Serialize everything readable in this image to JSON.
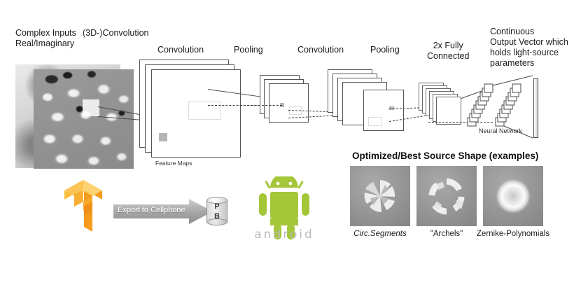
{
  "figure": {
    "title_optimized": "Optimized/Best Source Shape (examples)"
  },
  "pipeline": {
    "stage_labels": [
      {
        "id": "complex-inputs",
        "text": "Complex Inputs\nReal/Imaginary"
      },
      {
        "id": "conv3d",
        "text": "(3D-)Convolution"
      },
      {
        "id": "convolution-1",
        "text": "Convolution"
      },
      {
        "id": "pooling-1",
        "text": "Pooling"
      },
      {
        "id": "convolution-2",
        "text": "Convolution"
      },
      {
        "id": "pooling-2",
        "text": "Pooling"
      },
      {
        "id": "fully-connected",
        "text": "2x Fully\nConnected"
      },
      {
        "id": "output-vector",
        "text": "Continuous\nOutput Vector which\nholds light-source\nparameters"
      }
    ],
    "inline_labels": {
      "feature_maps": "Feature Maps",
      "neural_network": "Neural Network"
    }
  },
  "deployment": {
    "framework_logo": "tensorflow-logo",
    "export_label": "Export to Cellphone",
    "model_file_lines": [
      "P",
      "B"
    ],
    "target_platform_logo": "android-logo",
    "target_platform_wordmark": "android"
  },
  "source_shapes": [
    {
      "name": "circ-segments",
      "caption": "Circ.Segments",
      "style": "italic"
    },
    {
      "name": "archels",
      "caption": "\"Archels\"",
      "style": "normal"
    },
    {
      "name": "zernike-polynomials",
      "caption": "Zernike-Polynomials",
      "style": "normal"
    }
  ],
  "colors": {
    "tensorflow_orange": "#f6a028",
    "tensorflow_light": "#fbc02d",
    "android_green": "#a4c639",
    "arrow_gray": "#9a9a9a",
    "stroke": "#4a4a4a",
    "background": "#ffffff"
  }
}
